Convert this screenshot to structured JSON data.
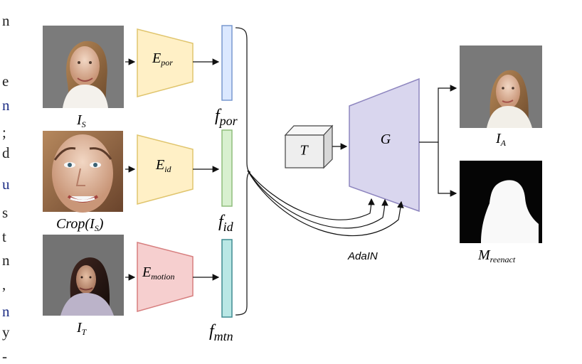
{
  "margin_letters": {
    "top": "n",
    "e": "e",
    "n1": "n",
    "semicolon": ";",
    "d": "d",
    "u": "u",
    "s": "s",
    "t": "t",
    "n2": "n",
    "comma": ",",
    "n3": "n",
    "y": "y",
    "dash": "-"
  },
  "inputs": {
    "source_label": "I",
    "source_sub": "S",
    "crop_prefix": "Crop(I",
    "crop_sub": "S",
    "crop_suffix": ")",
    "target_label": "I",
    "target_sub": "T"
  },
  "encoders": {
    "portrait_main": "E",
    "portrait_sub": "por",
    "identity_main": "E",
    "identity_sub": "id",
    "motion_main": "E",
    "motion_sub": "motion"
  },
  "features": {
    "portrait_main": "f",
    "portrait_sub": "por",
    "identity_main": "f",
    "identity_sub": "id",
    "motion_main": "f",
    "motion_sub": "mtn"
  },
  "modules": {
    "template": "T",
    "generator": "G",
    "adain": "AdaIN"
  },
  "outputs": {
    "animated_main": "I",
    "animated_sub": "A",
    "mask_main": "M",
    "mask_sub": "reenact"
  },
  "colors": {
    "encoder_yellow_fill": "#fff0c6",
    "encoder_yellow_stroke": "#e0c56e",
    "encoder_red_fill": "#f6cfcf",
    "encoder_red_stroke": "#d77f7f",
    "feature_blue_fill": "#dbe8ff",
    "feature_blue_stroke": "#7998cf",
    "feature_green_fill": "#d8f0cf",
    "feature_green_stroke": "#8fbd7c",
    "feature_teal_fill": "#b9e7e5",
    "feature_teal_stroke": "#3f8b91",
    "generator_fill": "#d9d6ee",
    "generator_stroke": "#8e86bf",
    "cube_fill": "#eeeeee",
    "cube_stroke": "#444444"
  }
}
